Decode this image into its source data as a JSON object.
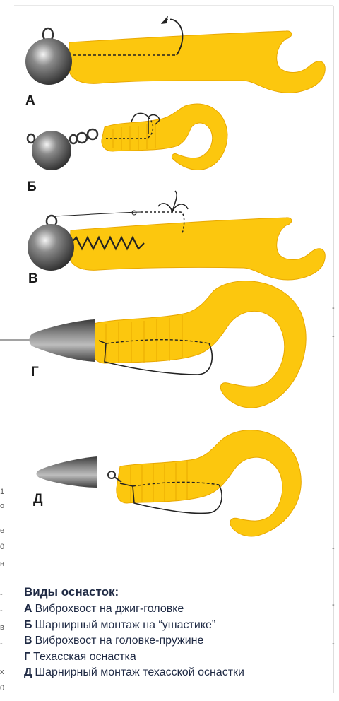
{
  "labels": {
    "a": "А",
    "b": "Б",
    "v": "В",
    "g": "Г",
    "d": "Д"
  },
  "legend": {
    "title": "Виды оснасток:",
    "items": [
      {
        "key": "А",
        "text": "Виброхвост на джиг-головке"
      },
      {
        "key": "Б",
        "text": "Шарнирный монтаж на “ушастике”"
      },
      {
        "key": "В",
        "text": "Виброхвост на головке-пружине"
      },
      {
        "key": "Г",
        "text": "Техасская оснастка"
      },
      {
        "key": "Д",
        "text": "Шарнирный монтаж техасской оснастки"
      }
    ]
  },
  "colors": {
    "lure": "#fcc70e",
    "lure_edge": "#e9a800",
    "weight": "#4a4a4a",
    "line": "#222222",
    "legend_text": "#1f2a44"
  },
  "margin_fragments": {
    "left": [
      "1",
      "о",
      "е",
      "0",
      "н",
      "-",
      "-",
      "в",
      "-",
      "х",
      "0"
    ],
    "right": [
      "-",
      "-",
      "-",
      "-",
      "-"
    ]
  }
}
